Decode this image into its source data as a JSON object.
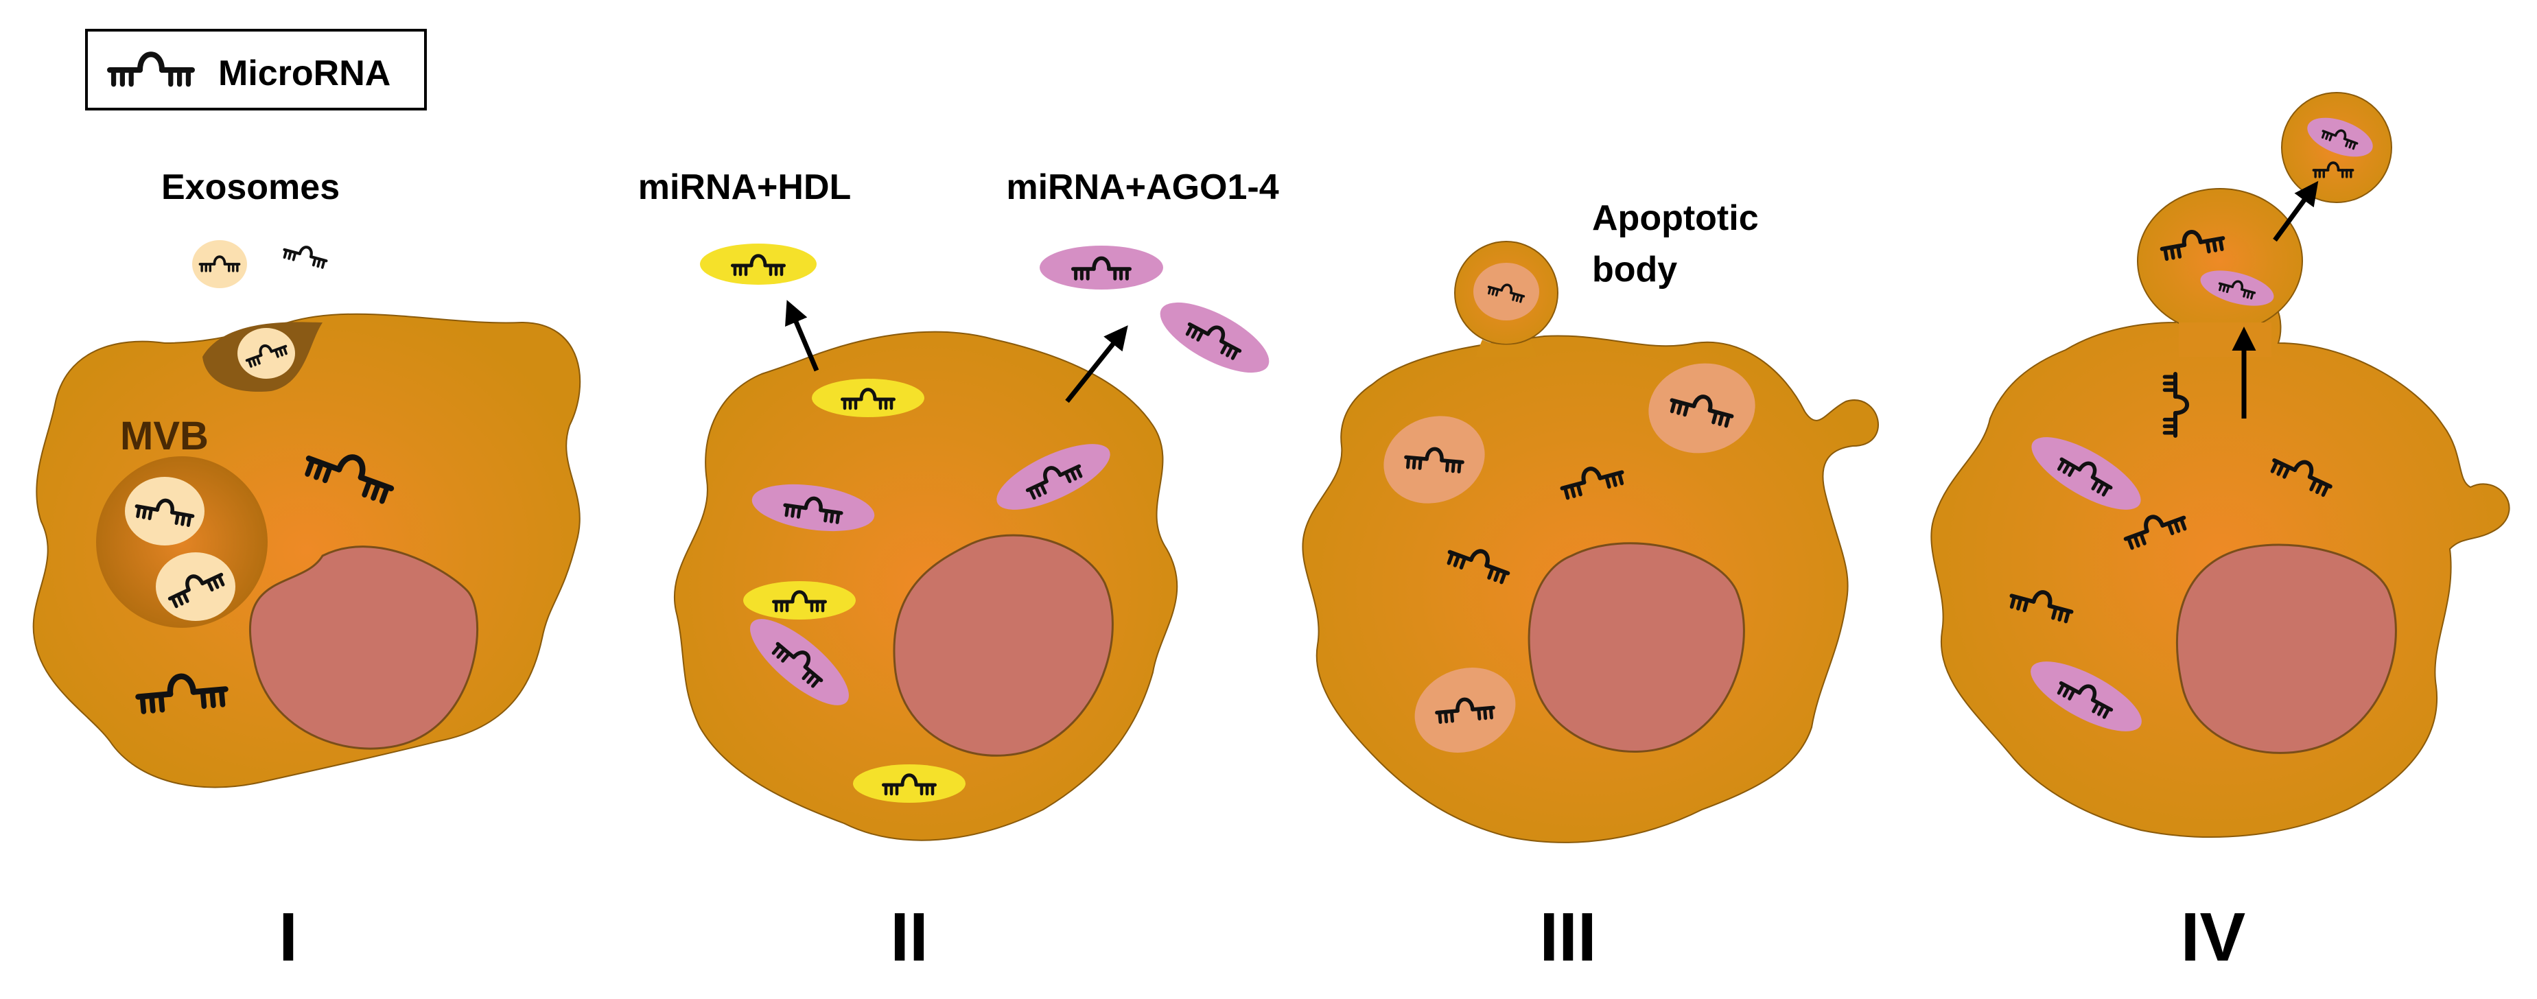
{
  "legend": {
    "label": "MicroRNA",
    "icon": "microrna-icon"
  },
  "panels": [
    {
      "numeral": "I",
      "labels": {
        "exosomes": "Exosomes",
        "mvb": "MVB"
      }
    },
    {
      "numeral": "II",
      "labels": {
        "hdl": "miRNA+HDL",
        "ago": "miRNA+AGO1-4"
      }
    },
    {
      "numeral": "III",
      "labels": {
        "apoptotic_line1": "Apoptotic",
        "apoptotic_line2": "body"
      }
    },
    {
      "numeral": "IV",
      "labels": {}
    }
  ],
  "colors": {
    "cell": "#d48d14",
    "cell_center": "#ee8a26",
    "nucleus": "#c97468",
    "exosome": "#fbe0b0",
    "hdl": "#f5e12a",
    "ago": "#d58fc4",
    "vesicle_peach": "#e9a070",
    "microrna": "#111111"
  }
}
